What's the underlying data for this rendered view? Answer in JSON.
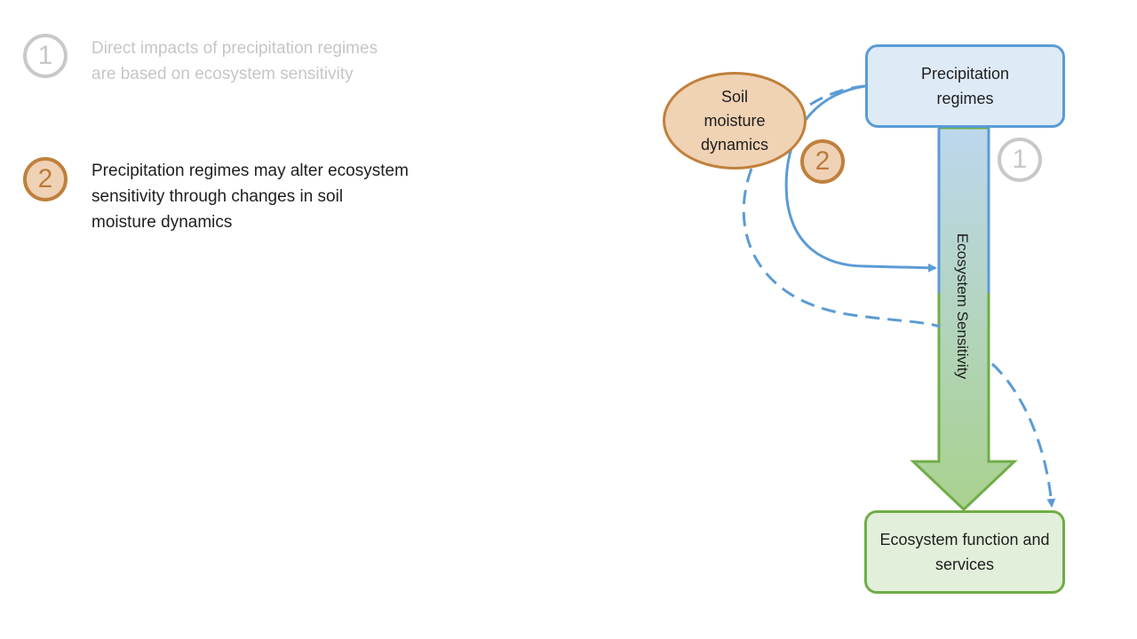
{
  "legend": [
    {
      "number": "1",
      "text": "Direct impacts of precipitation regimes are based on ecosystem sensitivity",
      "state": "faded"
    },
    {
      "number": "2",
      "text": "Precipitation regimes may alter ecosystem sensitivity through changes in soil moisture dynamics",
      "state": "active"
    }
  ],
  "diagram": {
    "nodes": {
      "precipitation": "Precipitation regimes",
      "soil_moisture": "Soil moisture dynamics",
      "ecosystem_function": "Ecosystem function and services"
    },
    "main_arrow_label": "Ecosystem Sensitivity",
    "path_badges": {
      "direct": "1",
      "soil": "2"
    }
  },
  "colors": {
    "blue_border": "#5b9bd5",
    "blue_fill": "#deebf7",
    "green_border": "#70ad47",
    "green_fill": "#e2efda",
    "orange_border": "#c0803c",
    "orange_fill": "#efd2b6",
    "grey": "#c8c8c8"
  }
}
